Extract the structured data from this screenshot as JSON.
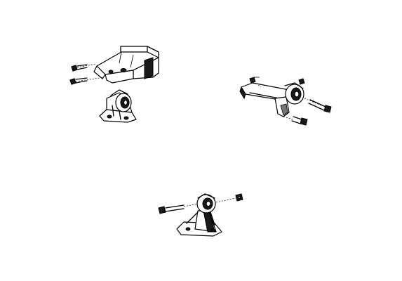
{
  "diagram": {
    "background": "#ffffff",
    "ink": "#000000",
    "parts": [
      "upper-left-bracket",
      "upper-left-bolts",
      "left-mount",
      "right-mount-assembly",
      "right-mount-bolts",
      "lower-mount",
      "lower-mount-bolt",
      "lower-mount-nut"
    ]
  }
}
